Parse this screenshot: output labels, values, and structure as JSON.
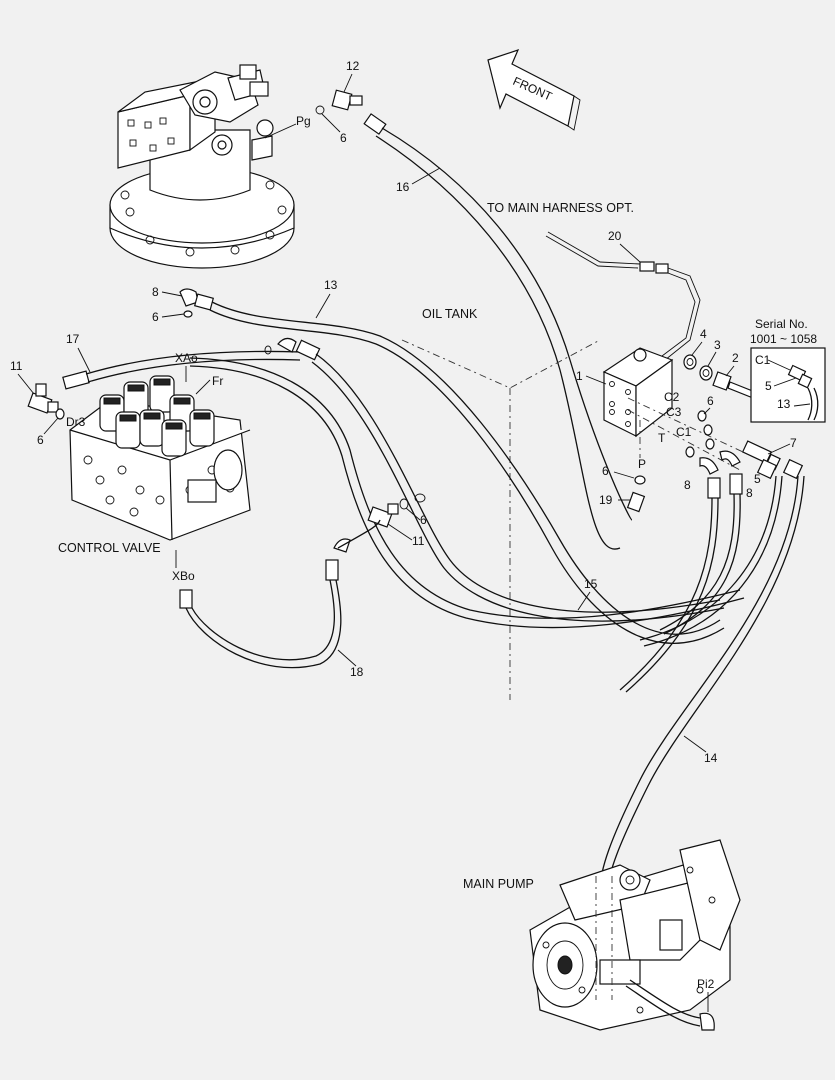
{
  "direction_label": "FRONT",
  "components": {
    "swing_motor_port": "Pg",
    "control_valve": "CONTROL VALVE",
    "oil_tank": "OIL TANK",
    "main_pump": "MAIN PUMP",
    "harness_note": "TO MAIN HARNESS OPT."
  },
  "ports": {
    "xao": "XAo",
    "xbo": "XBo",
    "fr": "Fr",
    "dr3": "Dr3",
    "p": "P",
    "t": "T",
    "c1": "C1",
    "c2": "C2",
    "c3": "C3",
    "pi2": "Pi2"
  },
  "inset": {
    "title_line1": "Serial No.",
    "title_line2": "1001 ~ 1058",
    "port": "C1",
    "item_a": "5",
    "item_b": "13"
  },
  "callouts": {
    "n12": "12",
    "n6_top": "6",
    "n16": "16",
    "n20": "20",
    "n4": "4",
    "n3": "3",
    "n2": "2",
    "n1": "1",
    "n13": "13",
    "n8_left": "8",
    "n6_left": "6",
    "n17": "17",
    "n11_left": "11",
    "n6_cv": "6",
    "n6_mid": "6",
    "n11_mid": "11",
    "n6_right": "6",
    "n7": "7",
    "n5": "5",
    "n8_r1": "8",
    "n8_r2": "8",
    "n6_p": "6",
    "n19": "19",
    "n15": "15",
    "n18": "18",
    "n14": "14"
  }
}
